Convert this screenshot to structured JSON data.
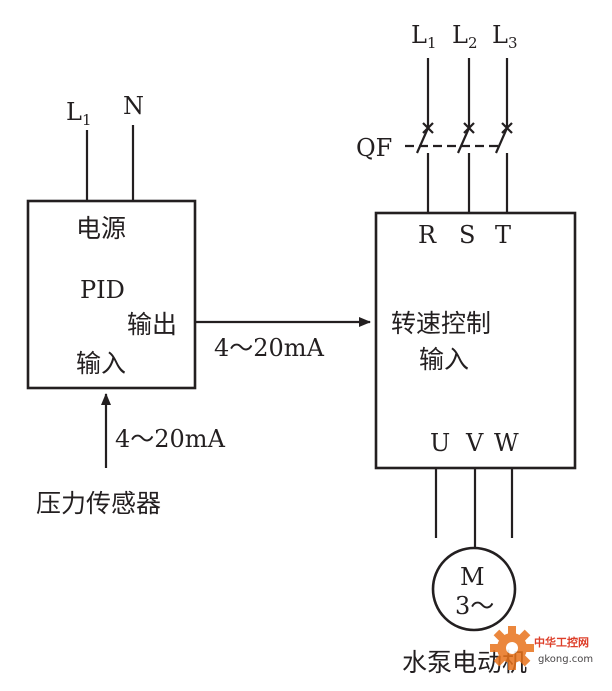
{
  "pid": {
    "supply_l": "L",
    "supply_l_sub": "1",
    "supply_n": "N",
    "power_label": "电源",
    "pid_label": "PID",
    "output_label": "输出",
    "input_label": "输入"
  },
  "signal": {
    "output_signal": "4～20mA",
    "input_signal": "4～20mA"
  },
  "sensor": {
    "label": "压力传感器"
  },
  "breaker": {
    "label": "QF"
  },
  "supply3": {
    "l1": "L",
    "l1_sub": "1",
    "l2": "L",
    "l2_sub": "2",
    "l3": "L",
    "l3_sub": "3"
  },
  "inverter": {
    "r": "R",
    "s": "S",
    "t": "T",
    "speed_control_label": "转速控制",
    "input_label": "输入",
    "u": "U",
    "v": "V",
    "w": "W"
  },
  "motor": {
    "letter": "M",
    "phase": "3～",
    "caption": "水泵电动机"
  },
  "watermark": {
    "site_name": "中华工控网",
    "url": "gkong.com"
  },
  "colors": {
    "ink": "#231f20",
    "watermark_orange": "#e8731c",
    "watermark_red": "#d81e06"
  }
}
